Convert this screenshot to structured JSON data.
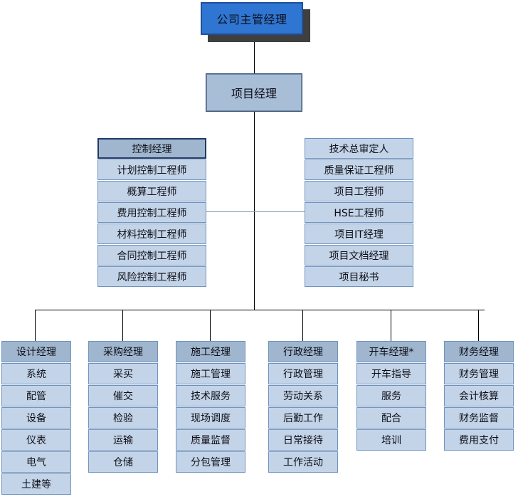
{
  "chart_title": "",
  "colors": {
    "exec_fill": "#2f76d2",
    "exec_border": "#1d4f9e",
    "exec_shadow": "#3f3f3f",
    "pm_fill": "#a8bdd6",
    "header_fill": "#9fb6ce",
    "cell_fill": "#c3d4e8",
    "cell_border": "#6f93bf",
    "strong_border": "#203864",
    "connector": "#000000",
    "connector_soft": "#8496b0"
  },
  "top": {
    "executive": "公司主管经理",
    "project_manager": "项目经理"
  },
  "mid_columns": [
    {
      "id": "control",
      "header": "控制经理",
      "header_style": "strong",
      "items": [
        "计划控制工程师",
        "概算工程师",
        "费用控制工程师",
        "材料控制工程师",
        "合同控制工程师",
        "风险控制工程师"
      ]
    },
    {
      "id": "tech",
      "header": "技术总审定人",
      "header_style": "plain",
      "items": [
        "质量保证工程师",
        "项目工程师",
        "HSE工程师",
        "项目IT经理",
        "项目文档经理",
        "项目秘书"
      ]
    }
  ],
  "bottom_columns": [
    {
      "id": "design",
      "header": "设计经理",
      "items": [
        "系统",
        "配管",
        "设备",
        "仪表",
        "电气",
        "土建等"
      ]
    },
    {
      "id": "procure",
      "header": "采购经理",
      "items": [
        "采买",
        "催交",
        "检验",
        "运输",
        "仓储"
      ]
    },
    {
      "id": "constr",
      "header": "施工经理",
      "items": [
        "施工管理",
        "技术服务",
        "现场调度",
        "质量监督",
        "分包管理"
      ]
    },
    {
      "id": "admin",
      "header": "行政经理",
      "items": [
        "行政管理",
        "劳动关系",
        "后勤工作",
        "日常接待",
        "工作活动"
      ]
    },
    {
      "id": "startup",
      "header": "开车经理*",
      "items": [
        "开车指导",
        "服务",
        "配合",
        "培训"
      ]
    },
    {
      "id": "finance",
      "header": "财务经理",
      "items": [
        "财务管理",
        "会计核算",
        "财务监督",
        "费用支付"
      ]
    }
  ]
}
